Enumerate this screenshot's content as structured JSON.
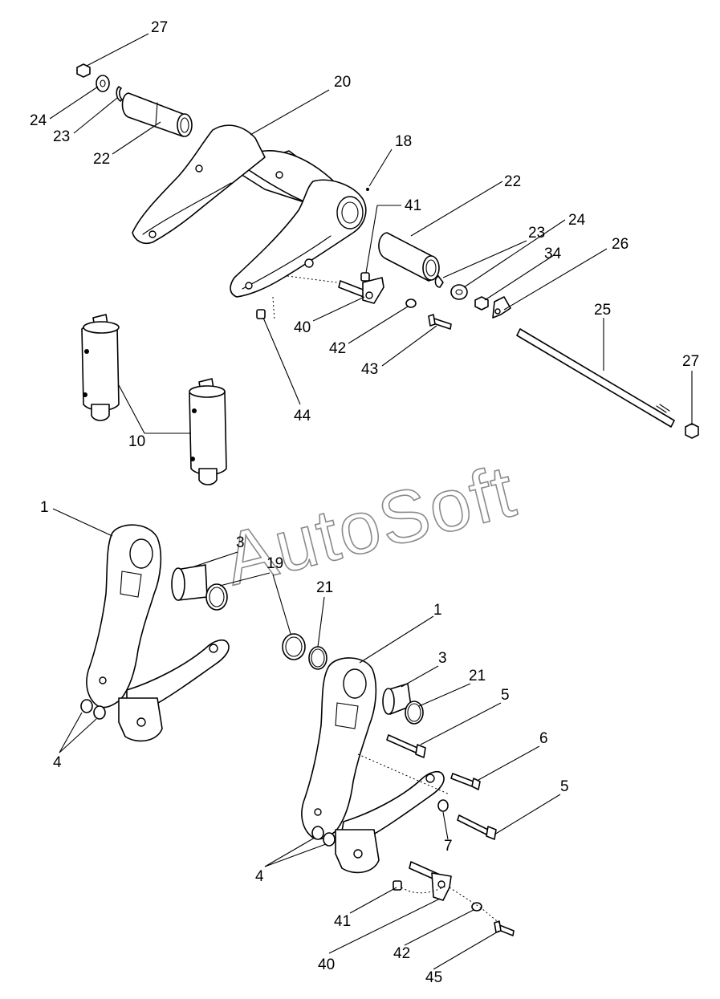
{
  "watermark": "AutoSoft",
  "callouts": {
    "c27a": "27",
    "c24a": "24",
    "c23a": "23",
    "c22a": "22",
    "c20": "20",
    "c18": "18",
    "c22b": "22",
    "c41a": "41",
    "c23b": "23",
    "c24b": "24",
    "c34": "34",
    "c26": "26",
    "c40a": "40",
    "c42a": "42",
    "c43": "43",
    "c44": "44",
    "c25": "25",
    "c27b": "27",
    "c10": "10",
    "c1a": "1",
    "c3a": "3",
    "c19": "19",
    "c21a": "21",
    "c1b": "1",
    "c3b": "3",
    "c21b": "21",
    "c5a": "5",
    "c6": "6",
    "c5b": "5",
    "c7": "7",
    "c4a": "4",
    "c4b": "4",
    "c41b": "41",
    "c40b": "40",
    "c42b": "42",
    "c45": "45"
  }
}
